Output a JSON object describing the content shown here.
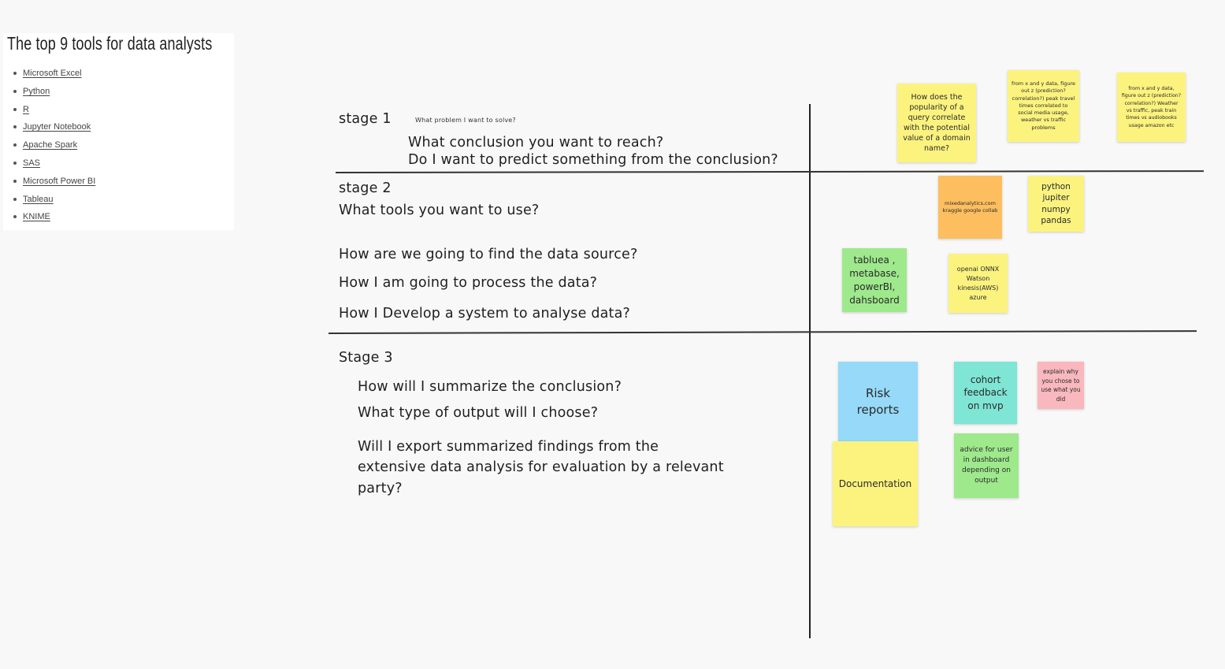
{
  "tools_card": {
    "title": "The top 9 tools for data analysts",
    "items": [
      "Microsoft Excel",
      "Python",
      "R",
      "Jupyter Notebook",
      "Apache Spark",
      "SAS",
      "Microsoft Power BI",
      "Tableau",
      "KNIME"
    ]
  },
  "stage1": {
    "title": "stage 1",
    "subtitle": "What problem I want to solve?",
    "q1": "What conclusion you want to reach?",
    "q2": "Do I want to predict something from the conclusion?"
  },
  "stage2": {
    "title": "stage 2",
    "q1": "What tools you want to use?",
    "q2": "How are we going to find the data source?",
    "q3": "How I am  going to process the data?",
    "q4": "How I Develop a system to analyse data?"
  },
  "stage3": {
    "title": "Stage 3",
    "q1": "How will I summarize the conclusion?",
    "q2": "What type of output will I choose?",
    "q3_l1": "Will I export summarized findings from the",
    "q3_l2": "extensive data analysis for evaluation by a relevant",
    "q3_l3": "party?"
  },
  "notes": {
    "popularity": "How does the popularity of a query correlate with the potential value of a domain name?",
    "xy_travel": "from x and y data, figure out z (prediction? correlation?) peak travel times correlated to social media usage, weather vs traffic problems",
    "xy_weather": "from x and y data, figure out z (prediction? correlation?) Weather vs traffic, peak train times vs audiobooks usage amazon etc",
    "sources": "mixedanalytics.com kraggle google collab",
    "python": "python jupiter numpy pandas",
    "tableau": "tabluea , metabase, powerBI, dahsboard",
    "openai": "openai ONNX Watson kinesis(AWS) azure",
    "risk": "Risk reports",
    "cohort": "cohort feedback on mvp",
    "explain": "explain why you chose to use what you  did",
    "documentation": "Documentation",
    "advice": "advice for user in dashboard depending on output"
  },
  "colors": {
    "yellow": "#fcf37f",
    "orange": "#fdbe5f",
    "green": "#9ee98c",
    "teal": "#7fe5d5",
    "blue": "#96d9f8",
    "pink": "#f9b8bd"
  }
}
